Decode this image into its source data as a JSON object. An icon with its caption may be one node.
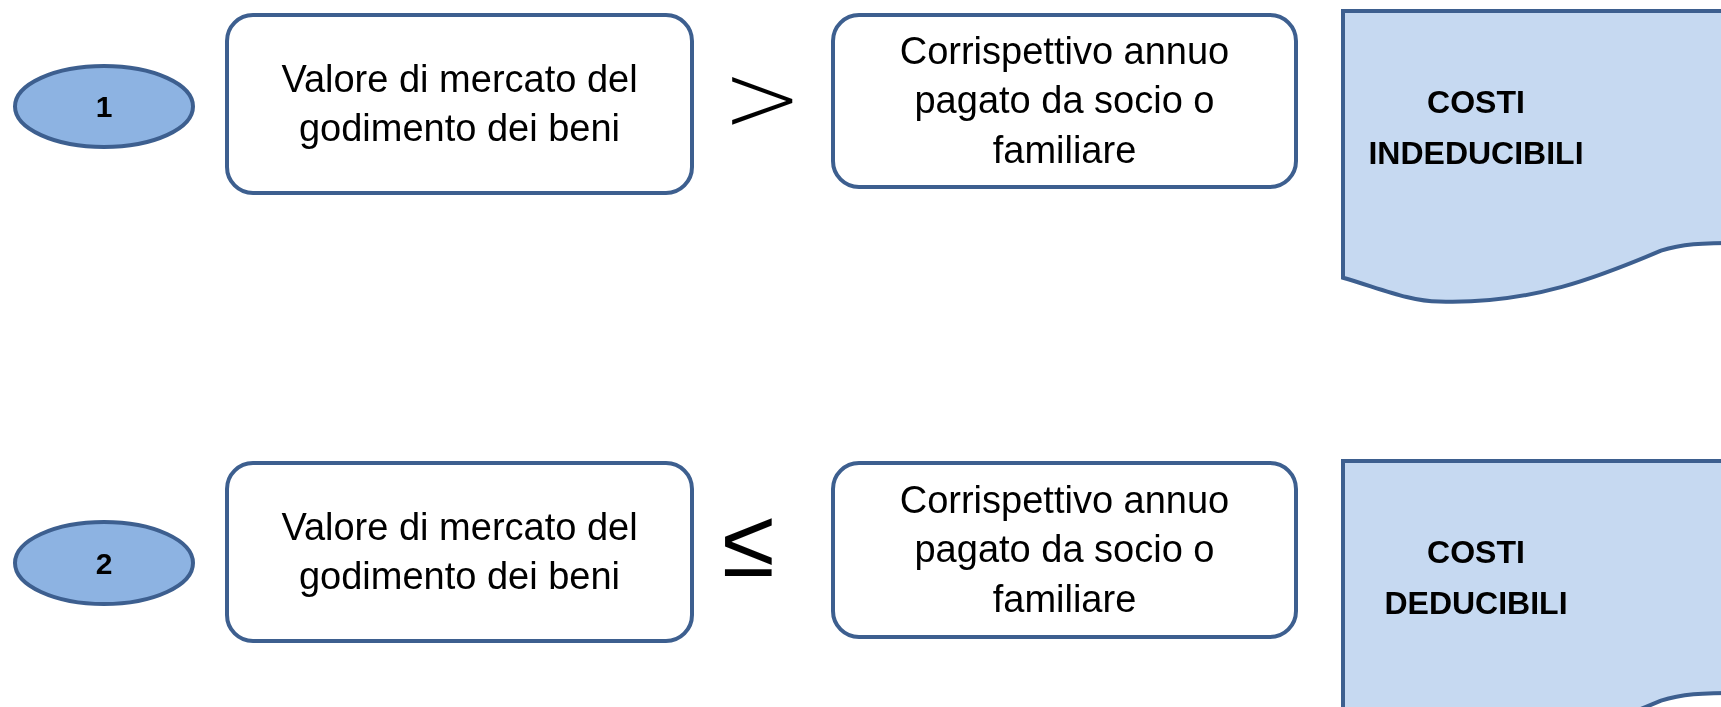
{
  "diagram": {
    "nodes": [
      {
        "text": [
          "1"
        ]
      },
      {
        "text": [
          "Valore di mercato del godimento dei beni"
        ]
      },
      {
        "text": [
          "Corrispettivo annuo pagato da socio o familiare"
        ]
      },
      {
        "text": [
          "COSTI INDEDUCIBILI"
        ]
      },
      {
        "text": [
          "2"
        ]
      },
      {
        "text": [
          "Valore di mercato del godimento dei beni"
        ]
      },
      {
        "text": [
          "Corrispettivo annuo pagato da socio o familiare"
        ]
      },
      {
        "text": [
          "COSTI DEDUCIBILI"
        ]
      }
    ],
    "labels": [
      ">",
      "≤"
    ]
  }
}
